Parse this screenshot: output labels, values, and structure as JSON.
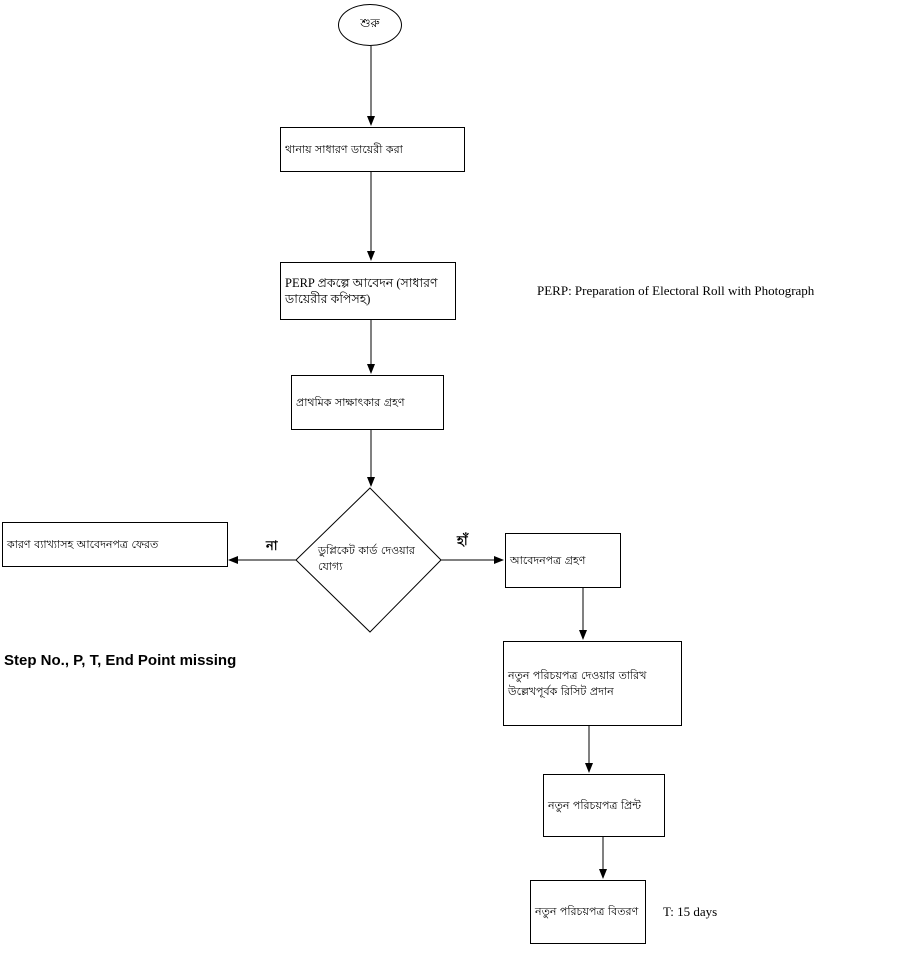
{
  "diagram": {
    "start": "শুরু",
    "step1": "থানায় সাধারণ ডায়েরী করা",
    "step2": "PERP প্রকল্পে আবেদন (সাধারণ ডায়েরীর কপিসহ)",
    "step3": "প্রাথমিক সাক্ষাৎকার গ্রহণ",
    "decision": "ডুপ্লিকেট কার্ড দেওয়ার যোগ্য",
    "no_label": "না",
    "yes_label": "হাঁ",
    "no_result": "কারণ ব্যাখ্যাসহ আবেদনপত্র ফেরত",
    "yes_step1": "আবেদনপত্র গ্রহণ",
    "yes_step2": "নতুন পরিচয়পত্র দেওয়ার তারিখ উল্লেখপূর্বক রিসিট প্রদান",
    "yes_step3": "নতুন পরিচয়পত্র প্রিন্ট",
    "yes_step4": "নতুন পরিচয়পত্র বিতরণ"
  },
  "notes": {
    "perp_definition": "PERP: Preparation of Electoral Roll with Photograph",
    "missing": "Step No., P, T, End Point missing",
    "time": "T: 15 days"
  },
  "colors": {
    "stroke": "#000000",
    "background": "#ffffff"
  }
}
